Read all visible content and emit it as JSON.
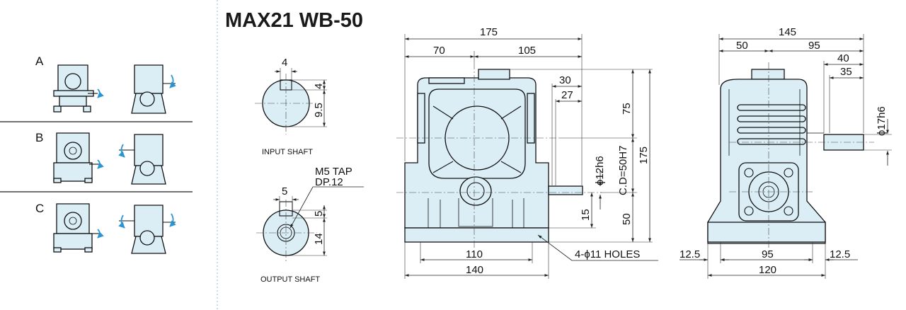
{
  "title": "MAX21 WB-50",
  "rotation_options": [
    {
      "label": "A"
    },
    {
      "label": "B"
    },
    {
      "label": "C"
    }
  ],
  "input_shaft": {
    "caption": "INPUT SHAFT",
    "dim_width": "4",
    "dim_key_depth": "4",
    "dim_height": "9.5"
  },
  "output_shaft": {
    "caption": "OUTPUT SHAFT",
    "tap_line1": "M5 TAP",
    "tap_line2": "DP.12",
    "dim_width": "5",
    "dim_key_depth": "5",
    "dim_height": "14"
  },
  "front_view": {
    "dim_overall_width": "175",
    "dim_left": "70",
    "dim_right": "105",
    "dim_shaft_30": "30",
    "dim_shaft_27": "27",
    "dim_top_75": "75",
    "dim_overall_height": "175",
    "dim_shaft_dia": "ϕ12h6",
    "dim_center_distance": "C.D=50H7",
    "dim_15": "15",
    "dim_50": "50",
    "dim_base_110": "110",
    "dim_base_140": "140",
    "holes_note": "4-ϕ11 HOLES"
  },
  "side_view": {
    "dim_overall_width": "145",
    "dim_left": "50",
    "dim_right": "95",
    "dim_40": "40",
    "dim_35": "35",
    "dim_shaft_dia": "ϕ17h6",
    "dim_base_left": "12.5",
    "dim_base_95": "95",
    "dim_base_right": "12.5",
    "dim_base_120": "120"
  },
  "colors": {
    "body_fill": "#dbeef6",
    "rotation_arrow": "#2a95d2",
    "separator": "#9cc9dd"
  }
}
